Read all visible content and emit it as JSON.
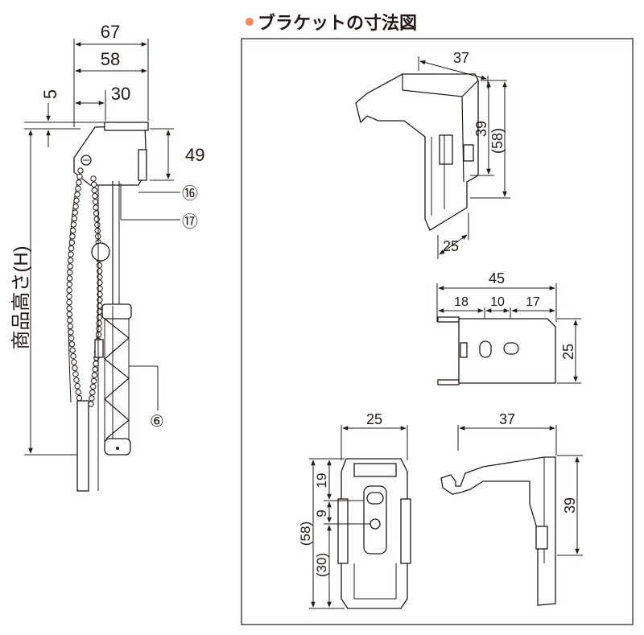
{
  "section": {
    "title": "ブラケットの寸法図",
    "bullet_color": "#f08a5d"
  },
  "main_view": {
    "dims": {
      "width_total": "67",
      "width_mid": "58",
      "width_inner": "30",
      "offset_top": "5",
      "head_height": "49",
      "product_height_label": "商品高さ(H)"
    },
    "callouts": {
      "part_16": "⑯",
      "part_17": "⑰",
      "part_6": "⑥"
    }
  },
  "bracket_iso": {
    "dims": {
      "width": "37",
      "height": "39",
      "height_total": "(58)",
      "depth": "25"
    }
  },
  "bracket_top": {
    "dims": {
      "width": "45",
      "seg_left": "18",
      "seg_mid": "10",
      "seg_right": "17",
      "height": "25"
    }
  },
  "bracket_front": {
    "dims": {
      "width": "25",
      "top": "19",
      "hole_gap": "9",
      "total": "(58)",
      "lower": "(30)"
    }
  },
  "bracket_side": {
    "dims": {
      "width": "37",
      "height": "39"
    }
  }
}
